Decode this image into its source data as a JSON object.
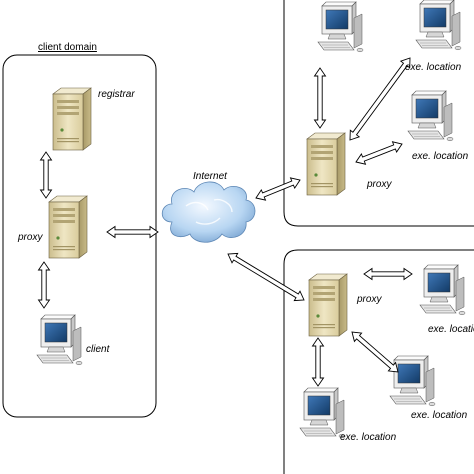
{
  "client_domain": {
    "title": "client domain",
    "registrar_label": "registrar",
    "proxy_label": "proxy",
    "client_label": "client"
  },
  "internet_label": "Internet",
  "remote_domain_top": {
    "proxy_label": "proxy",
    "exe_location_1": "exe. location",
    "exe_location_2": "exe. location"
  },
  "remote_domain_bottom": {
    "proxy_label": "proxy",
    "exe_location_1": "exe. location",
    "exe_location_2": "exe. location",
    "exe_location_3": "exe. location"
  },
  "colors": {
    "server_body": "#e2d7ae",
    "monitor_body": "#eeeeee",
    "screen": "#1e4f86",
    "cloud": "#aecfee",
    "arrow_fill": "#ffffff",
    "outline": "#000000"
  },
  "icons": [
    "server-icon",
    "computer-icon",
    "cloud-icon",
    "double-arrow-icon"
  ]
}
